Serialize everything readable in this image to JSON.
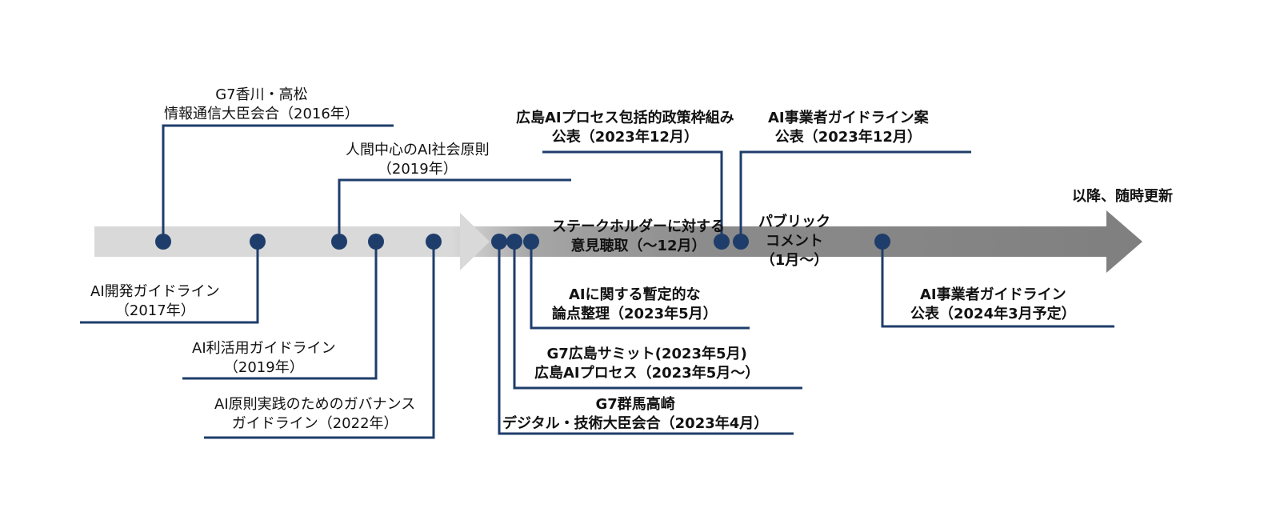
{
  "colors": {
    "navy": "#1f3d6b",
    "arrow_light": "#d9d9d9",
    "arrow_mid": "#a6a6a6",
    "arrow_dark": "#7f7f7f"
  },
  "labels": {
    "kagawa": [
      "G7香川・高松",
      "情報通信大臣会合（2016年）"
    ],
    "human_ai": [
      "人間中心のAI社会原則",
      "（2019年）"
    ],
    "dev_guide": [
      "AI開発ガイドライン",
      "（2017年）"
    ],
    "util_guide": [
      "AI利活用ガイドライン",
      "（2019年）"
    ],
    "gov_guide": [
      "AI原則実践のためのガバナンス",
      "ガイドライン（2022年）"
    ],
    "framework": [
      "広島AIプロセス包括的政策枠組み",
      "公表（2023年12月）"
    ],
    "draft": [
      "AI事業者ガイドライン案",
      "公表（2023年12月）"
    ],
    "stakeholder": [
      "ステークホルダーに対する",
      "意見聴取（～12月）"
    ],
    "public_comment": [
      "パブリック",
      "コメント",
      "（1月～）"
    ],
    "update": [
      "以降、随時更新"
    ],
    "interim": [
      "AIに関する暫定的な",
      "論点整理（2023年5月）"
    ],
    "summit": [
      "G7広島サミット(2023年5月)",
      "広島AIプロセス（2023年5月～）"
    ],
    "gunma": [
      "G7群馬高崎",
      "デジタル・技術大臣会合（2023年4月）"
    ],
    "final": [
      "AI事業者ガイドライン",
      "公表（2024年3月予定）"
    ]
  }
}
